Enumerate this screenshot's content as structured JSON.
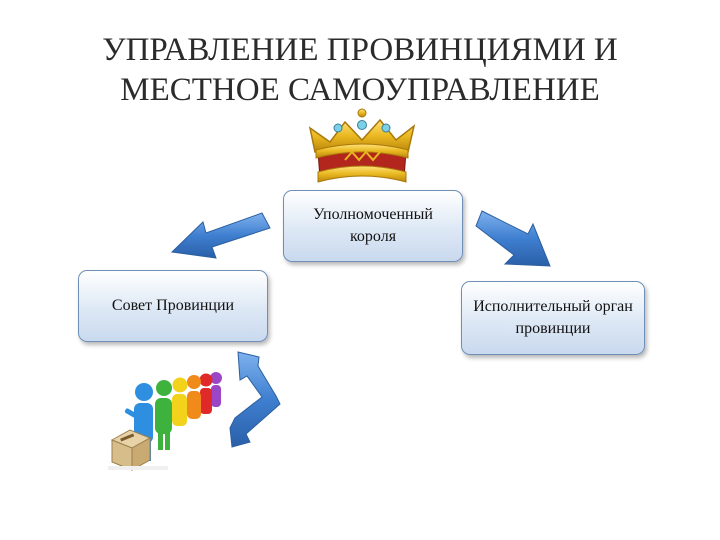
{
  "title": {
    "line1": "УПРАВЛЕНИЕ ПРОВИНЦИЯМИ И",
    "line2": "МЕСТНОЕ САМОУПРАВЛЕНИЕ"
  },
  "nodes": {
    "center": "Уполномоченный короля",
    "left": "Совет Провинции",
    "right": "Исполнительный орган провинции"
  },
  "colors": {
    "arrow": "#3f7fd0",
    "box_border": "#6f8fb7",
    "crown_gold": "#e9b820",
    "crown_red": "#b3261e"
  },
  "icons": [
    "crown-icon",
    "voters-icon",
    "ballot-box-icon"
  ]
}
